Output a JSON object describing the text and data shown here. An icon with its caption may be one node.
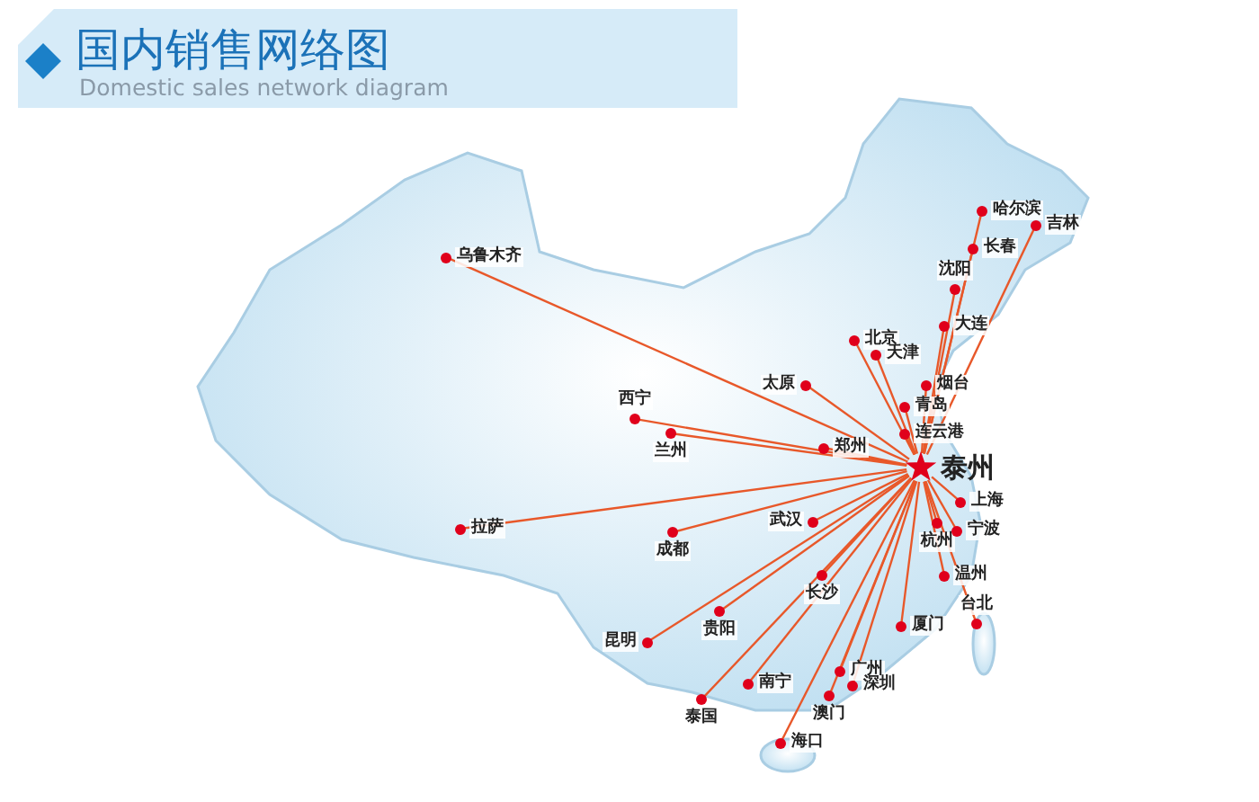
{
  "diagram": {
    "title": "国内销售网络图",
    "nodes": [
      {
        "text": [
          "哈尔滨"
        ]
      },
      {
        "text": [
          "吉林"
        ]
      },
      {
        "text": [
          "长春"
        ]
      },
      {
        "text": [
          "乌鲁木齐"
        ]
      },
      {
        "text": [
          "沈阳"
        ]
      },
      {
        "text": [
          "大连"
        ]
      },
      {
        "text": [
          "北京"
        ]
      },
      {
        "text": [
          "天津"
        ]
      },
      {
        "text": [
          "太原"
        ]
      },
      {
        "text": [
          "烟台"
        ]
      },
      {
        "text": [
          "青岛"
        ]
      },
      {
        "text": [
          "西宁"
        ]
      },
      {
        "text": [
          "兰州"
        ]
      },
      {
        "text": [
          "连云港"
        ]
      },
      {
        "text": [
          "郑州"
        ]
      },
      {
        "text": [
          "泰州"
        ]
      },
      {
        "text": [
          "上海"
        ]
      },
      {
        "text": [
          "杭州"
        ]
      },
      {
        "text": [
          "拉萨"
        ]
      },
      {
        "text": [
          "宁波"
        ]
      },
      {
        "text": [
          "武汉"
        ]
      },
      {
        "text": [
          "成都"
        ]
      },
      {
        "text": [
          "长沙"
        ]
      },
      {
        "text": [
          "温州"
        ]
      },
      {
        "text": [
          "贵阳"
        ]
      },
      {
        "text": [
          "台北"
        ]
      },
      {
        "text": [
          "厦门"
        ]
      },
      {
        "text": [
          "昆明"
        ]
      },
      {
        "text": [
          "广州"
        ]
      },
      {
        "text": [
          "南宁"
        ]
      },
      {
        "text": [
          "深圳"
        ]
      },
      {
        "text": [
          "澳门"
        ]
      },
      {
        "text": [
          "泰国"
        ]
      },
      {
        "text": [
          "海口"
        ]
      }
    ],
    "edges": [
      {
        "from": 15,
        "to": 0,
        "arrow": "none"
      },
      {
        "from": 15,
        "to": 1,
        "arrow": "none"
      },
      {
        "from": 15,
        "to": 2,
        "arrow": "none"
      },
      {
        "from": 15,
        "to": 3,
        "arrow": "none"
      },
      {
        "from": 15,
        "to": 4,
        "arrow": "none"
      },
      {
        "from": 15,
        "to": 5,
        "arrow": "none"
      },
      {
        "from": 15,
        "to": 6,
        "arrow": "none"
      },
      {
        "from": 15,
        "to": 7,
        "arrow": "none"
      },
      {
        "from": 15,
        "to": 8,
        "arrow": "none"
      },
      {
        "from": 15,
        "to": 9,
        "arrow": "none"
      },
      {
        "from": 15,
        "to": 10,
        "arrow": "none"
      },
      {
        "from": 15,
        "to": 11,
        "arrow": "none"
      },
      {
        "from": 15,
        "to": 12,
        "arrow": "none"
      },
      {
        "from": 15,
        "to": 13,
        "arrow": "none"
      },
      {
        "from": 15,
        "to": 14,
        "arrow": "none"
      },
      {
        "from": 15,
        "to": 16,
        "arrow": "none"
      },
      {
        "from": 15,
        "to": 17,
        "arrow": "none"
      },
      {
        "from": 15,
        "to": 18,
        "arrow": "none"
      },
      {
        "from": 15,
        "to": 19,
        "arrow": "none"
      },
      {
        "from": 15,
        "to": 20,
        "arrow": "none"
      },
      {
        "from": 15,
        "to": 21,
        "arrow": "none"
      },
      {
        "from": 15,
        "to": 22,
        "arrow": "none"
      },
      {
        "from": 15,
        "to": 23,
        "arrow": "none"
      },
      {
        "from": 15,
        "to": 24,
        "arrow": "none"
      },
      {
        "from": 15,
        "to": 25,
        "arrow": "none"
      },
      {
        "from": 15,
        "to": 26,
        "arrow": "none"
      },
      {
        "from": 15,
        "to": 27,
        "arrow": "none"
      },
      {
        "from": 15,
        "to": 28,
        "arrow": "none"
      },
      {
        "from": 15,
        "to": 29,
        "arrow": "none"
      },
      {
        "from": 15,
        "to": 30,
        "arrow": "none"
      },
      {
        "from": 15,
        "to": 31,
        "arrow": "none"
      },
      {
        "from": 15,
        "to": 32,
        "arrow": "none"
      },
      {
        "from": 15,
        "to": 33,
        "arrow": "none"
      }
    ],
    "labels": [
      "Domestic sales network diagram"
    ]
  }
}
